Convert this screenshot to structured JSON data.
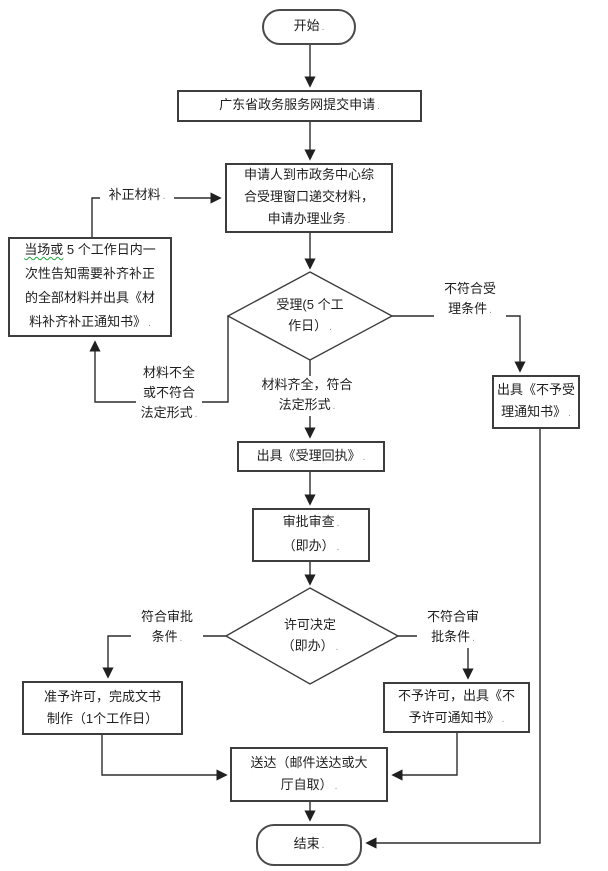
{
  "colors": {
    "background": "#ffffff",
    "stroke": "#2d2d2d",
    "box_border": "#3d3d3d",
    "text": "#1e1e1e",
    "spellcheck_underline": "#1fa83d"
  },
  "flowchart": {
    "nodes": {
      "start": {
        "label": "开始"
      },
      "online_submit": {
        "line1": "广东省政务服务网提交申请"
      },
      "window_submit": {
        "line1": "申请人到市政务中心综",
        "line2": "合受理窗口递交材料，",
        "line3": "申请办理业务"
      },
      "supplement_notice": {
        "flagged": "当场或",
        "line1_rest": " 5 个工作日内一",
        "line2": "次性告知需要补齐补正",
        "line3": "的全部材料并出具《材",
        "line4": "料补齐补正通知书》"
      },
      "accept_review": {
        "line1": "受理(5 个工",
        "line2": "作日）"
      },
      "reject_accept_notice": {
        "line1": "出具《不予受",
        "line2": "理通知书》"
      },
      "accept_receipt": {
        "line1": "出具《受理回执》"
      },
      "approval_review": {
        "line1": "审批审查",
        "line2": "（即办）"
      },
      "permit_decision": {
        "line1": "许可决定",
        "line2": "（即办）"
      },
      "grant_permit": {
        "line1": "准予许可，完成文书",
        "line2": "制作（1个工作日）"
      },
      "deny_permit": {
        "line1": "不予许可，出具《不",
        "line2": "予许可通知书》"
      },
      "delivery": {
        "line1": "送达（邮件送达或大",
        "line2": "厅自取）"
      },
      "end": {
        "label": "结束"
      }
    },
    "edge_labels": {
      "supplement": {
        "line1": "补正材料"
      },
      "not_meet_accept": {
        "line1": "不符合受",
        "line2": "理条件"
      },
      "incomplete_material": {
        "line1": "材料不全",
        "line2": "或不符合",
        "line3": "法定形式"
      },
      "complete_material": {
        "line1": "材料齐全，符合",
        "line2": "法定形式"
      },
      "meet_approval": {
        "line1": "符合审批",
        "line2": "条件"
      },
      "not_meet_approval": {
        "line1": "不符合审",
        "line2": "批条件"
      }
    }
  }
}
